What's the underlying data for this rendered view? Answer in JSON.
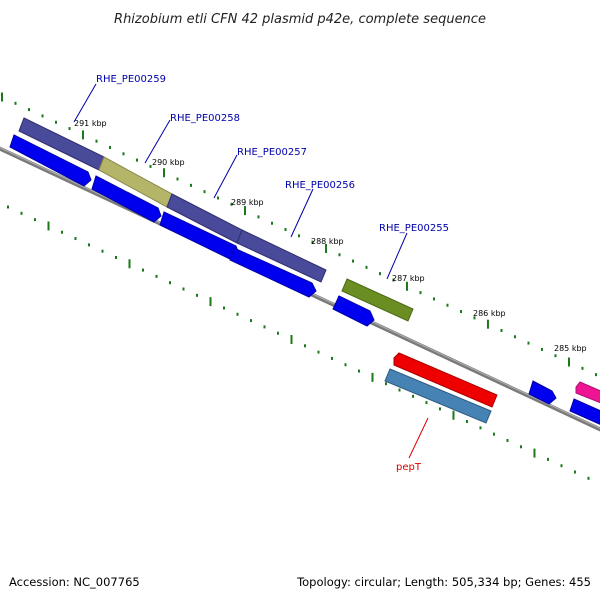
{
  "title": "Rhizobium etli CFN 42 plasmid p42e, complete sequence",
  "footer": {
    "accession": "Accession: NC_007765",
    "summary": "Topology: circular; Length: 505,334 bp; Genes: 455"
  },
  "colors": {
    "backbone": "#7a7a7a",
    "tick": "#1a7a1a",
    "cds_forward": "#0000ee",
    "cds_reverse_purple": "#4a4a9a",
    "cds_khaki": "#b5b56a",
    "cds_olive": "#6b8e23",
    "cds_red": "#ee0000",
    "cds_steelblue": "#4682b4",
    "cds_magenta": "#ee1493",
    "label_blue": "#0000aa",
    "label_red": "#dd0000"
  },
  "ruler": {
    "labels": [
      "291 kbp",
      "290 kbp",
      "289 kbp",
      "288 kbp",
      "287 kbp",
      "286 kbp",
      "285 kbp"
    ]
  },
  "genes": [
    {
      "name": "RHE_PE00259",
      "color": "label_blue"
    },
    {
      "name": "RHE_PE00258",
      "color": "label_blue"
    },
    {
      "name": "RHE_PE00257",
      "color": "label_blue"
    },
    {
      "name": "RHE_PE00256",
      "color": "label_blue"
    },
    {
      "name": "RHE_PE00255",
      "color": "label_blue"
    },
    {
      "name": "pepT",
      "color": "label_red"
    }
  ]
}
